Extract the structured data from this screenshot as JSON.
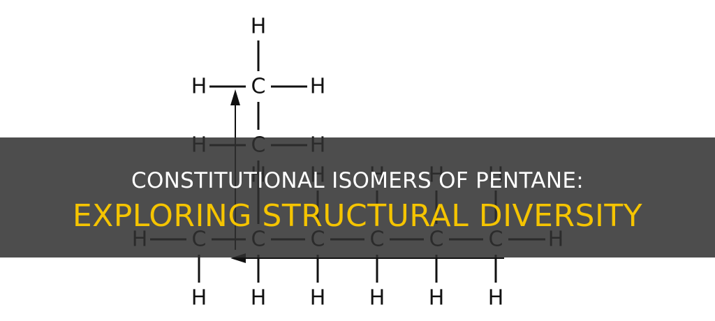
{
  "headline": {
    "line1": "CONSTITUTIONAL ISOMERS OF PENTANE:",
    "line2": "EXPLORING STRUCTURAL DIVERSITY"
  },
  "colors": {
    "banner": "#303030",
    "line1": "#ffffff",
    "line2": "#f5c400",
    "ink": "#111111"
  },
  "molecule": {
    "carbon_label": "C",
    "hydrogen_label": "H"
  }
}
